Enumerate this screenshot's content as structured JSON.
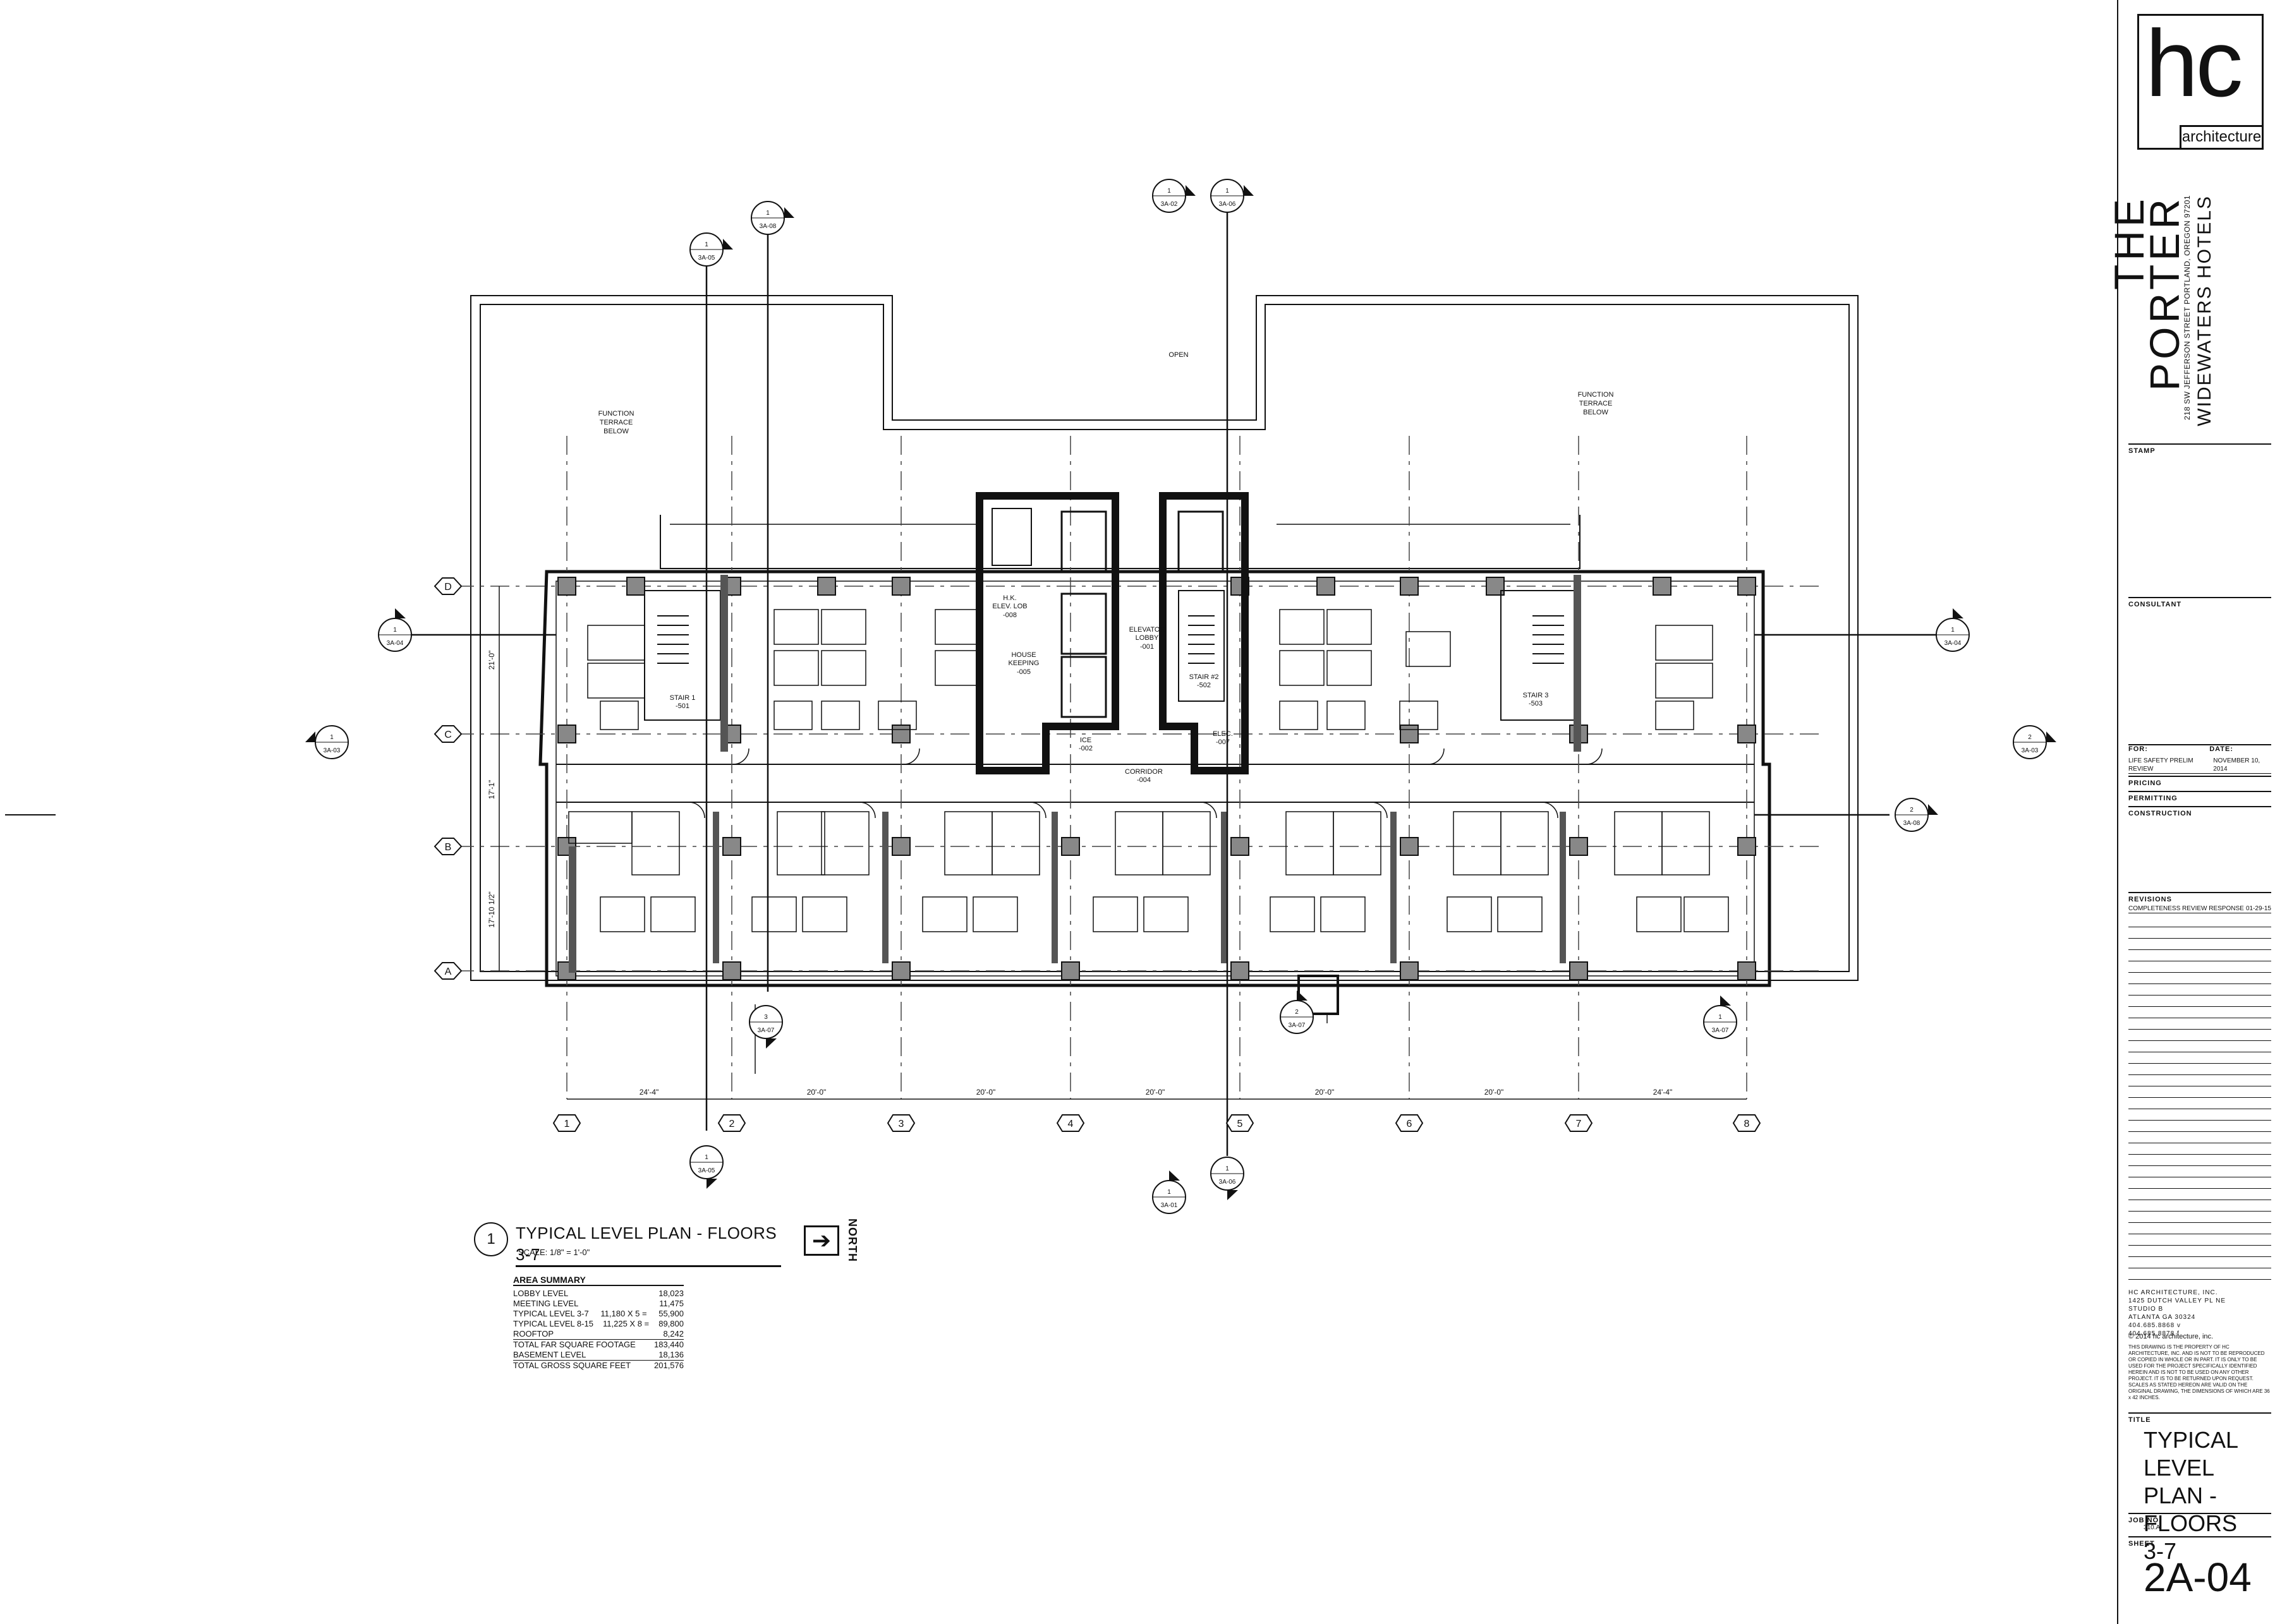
{
  "plan": {
    "labels": {
      "open": "OPEN",
      "function_terrace_left": [
        "FUNCTION",
        "TERRACE",
        "BELOW"
      ],
      "function_terrace_right": [
        "FUNCTION",
        "TERRACE",
        "BELOW"
      ],
      "hk_elev": [
        "H.K.",
        "ELEV. LOB",
        "-008"
      ],
      "house_keeping": [
        "HOUSE",
        "KEEPING",
        "-005"
      ],
      "elevator_lobby": [
        "ELEVATOR",
        "LOBBY",
        "-001"
      ],
      "stair1": [
        "STAIR 1",
        "-501"
      ],
      "stair2": [
        "STAIR #2",
        "-502"
      ],
      "stair3": [
        "STAIR 3",
        "-503"
      ],
      "ice": [
        "ICE",
        "-002"
      ],
      "elec": [
        "ELEC.",
        "-007"
      ],
      "corridor": [
        "CORRIDOR",
        "-004"
      ]
    },
    "grid_rows": [
      "D",
      "C",
      "B",
      "A"
    ],
    "grid_cols": [
      "1",
      "2",
      "3",
      "4",
      "5",
      "6",
      "7",
      "8"
    ],
    "col_dims": [
      "24'-4\"",
      "20'-0\"",
      "20'-0\"",
      "20'-0\"",
      "20'-0\"",
      "20'-0\"",
      "24'-4\""
    ],
    "row_dims": [
      "21'-0\"",
      "17'-1\"",
      "17'-10 1/2\""
    ],
    "callouts": [
      {
        "num": "1",
        "ref": "3A-05"
      },
      {
        "num": "1",
        "ref": "3A-08"
      },
      {
        "num": "1",
        "ref": "3A-02"
      },
      {
        "num": "1",
        "ref": "3A-06"
      },
      {
        "num": "1",
        "ref": "3A-04"
      },
      {
        "num": "1",
        "ref": "3A-04"
      },
      {
        "num": "1",
        "ref": "3A-03"
      },
      {
        "num": "2",
        "ref": "3A-03"
      },
      {
        "num": "2",
        "ref": "3A-08"
      },
      {
        "num": "3",
        "ref": "3A-07"
      },
      {
        "num": "2",
        "ref": "3A-07"
      },
      {
        "num": "1",
        "ref": "3A-07"
      },
      {
        "num": "1",
        "ref": "3A-05"
      },
      {
        "num": "1",
        "ref": "3A-06"
      },
      {
        "num": "1",
        "ref": "3A-01"
      }
    ]
  },
  "caption": {
    "number": "1",
    "title": "TYPICAL LEVEL PLAN - FLOORS 3-7",
    "scale": "SCALE: 1/8\" = 1'-0\"",
    "north": "NORTH"
  },
  "area_summary": {
    "heading": "AREA SUMMARY",
    "rows": [
      {
        "label": "LOBBY LEVEL",
        "mid": "",
        "value": "18,023"
      },
      {
        "label": "MEETING LEVEL",
        "mid": "",
        "value": "11,475"
      },
      {
        "label": "TYPICAL LEVEL 3-7",
        "mid": "11,180  X 5  =",
        "value": "55,900"
      },
      {
        "label": "TYPICAL LEVEL 8-15",
        "mid": "11,225  X 8  =",
        "value": "89,800"
      },
      {
        "label": "ROOFTOP",
        "mid": "",
        "value": "8,242"
      },
      {
        "label": "TOTAL FAR SQUARE FOOTAGE",
        "mid": "",
        "value": "183,440"
      },
      {
        "label": "BASEMENT LEVEL",
        "mid": "",
        "value": "18,136"
      },
      {
        "label": "TOTAL GROSS SQUARE FEET",
        "mid": "",
        "value": "201,576"
      }
    ]
  },
  "title_block": {
    "logo": "hc",
    "logo_sub": "architecture",
    "project_the": "THE",
    "project_name": "PORTER",
    "project_address": "218 SW JEFFERSON STREET PORTLAND, OREGON 97201",
    "client": "WIDEWATERS HOTELS",
    "stamp": "STAMP",
    "consultant": "CONSULTANT",
    "for_label": "FOR:",
    "date_label": "DATE:",
    "issue": "LIFE SAFETY PRELIM REVIEW",
    "issue_date": "NOVEMBER 10, 2014",
    "pricing": "PRICING",
    "permitting": "PERMITTING",
    "construction": "CONSTRUCTION",
    "revisions": "REVISIONS",
    "revision_1": "COMPLETENESS REVIEW RESPONSE",
    "revision_1_date": "01-29-15",
    "firm": [
      "HC ARCHITECTURE, INC.",
      "1425 DUTCH VALLEY PL NE",
      "STUDIO B",
      "ATLANTA GA 30324",
      "404.685.8868 v",
      "404.685.8878 f"
    ],
    "disclaimer": "THIS DRAWING IS THE PROPERTY OF HC ARCHITECTURE, INC. AND IS NOT TO BE REPRODUCED OR COPIED IN WHOLE OR IN PART. IT IS ONLY TO BE USED FOR THE PROJECT SPECIFICALLY IDENTIFIED HEREIN AND IS NOT TO BE USED ON ANY OTHER PROJECT. IT IS TO BE RETURNED UPON REQUEST. SCALES AS STATED HEREON ARE VALID ON THE ORIGINAL DRAWING, THE DIMENSIONS OF WHICH ARE 36 x 42 INCHES.",
    "copyright": "© 2014 hc architecture, inc.",
    "title_label": "TITLE",
    "title_lines": [
      "TYPICAL LEVEL",
      "PLAN - FLOORS",
      "3-7"
    ],
    "job_label": "JOB NO.",
    "job_no": "310.A",
    "sheet_label": "SHEET",
    "sheet_no": "2A-04"
  }
}
